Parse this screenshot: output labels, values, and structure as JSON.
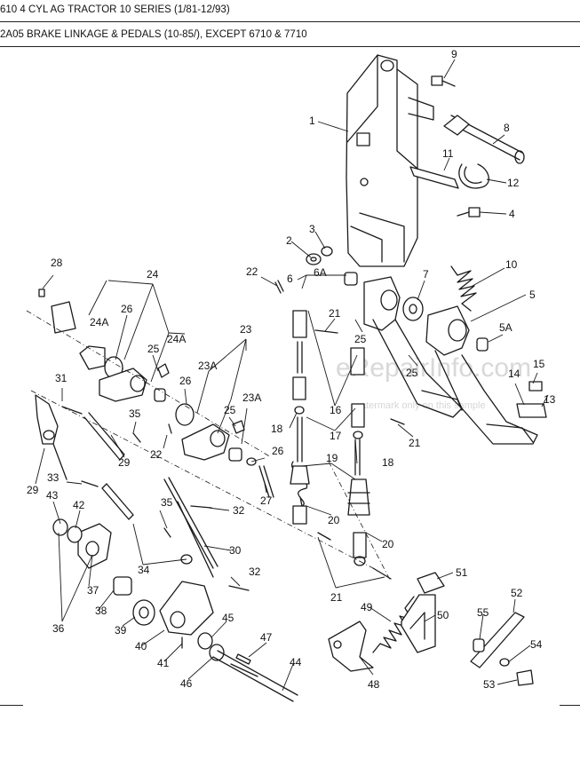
{
  "header": {
    "line1": "610 4 CYL AG TRACTOR 10 SERIES (1/81-12/93)",
    "line2": "2A05 BRAKE LINKAGE & PEDALS (10-85/), EXCEPT 6710 & 7710"
  },
  "watermark": {
    "main": "eRepairInfo.com",
    "sub": "watermark only on this sample"
  },
  "callouts": [
    "1",
    "2",
    "3",
    "4",
    "5",
    "5A",
    "6",
    "6A",
    "7",
    "8",
    "9",
    "10",
    "11",
    "12",
    "13",
    "14",
    "15",
    "16",
    "17",
    "18",
    "19",
    "20",
    "21",
    "22",
    "23",
    "23A",
    "24",
    "24A",
    "25",
    "26",
    "27",
    "28",
    "29",
    "30",
    "31",
    "32",
    "33",
    "34",
    "35",
    "36",
    "37",
    "38",
    "39",
    "40",
    "41",
    "42",
    "43",
    "44",
    "45",
    "46",
    "47",
    "48",
    "49",
    "50",
    "51",
    "52",
    "53",
    "54",
    "55"
  ],
  "colors": {
    "ink": "#1a1a1a",
    "paper": "#ffffff"
  }
}
